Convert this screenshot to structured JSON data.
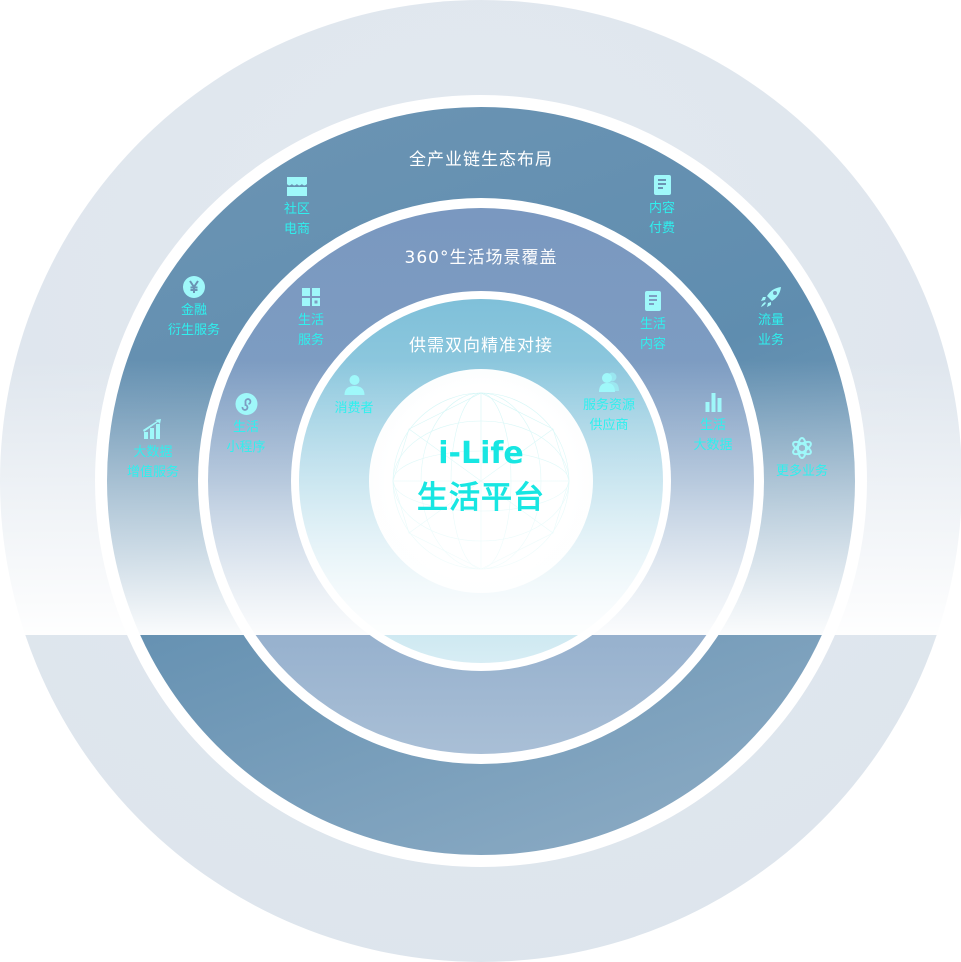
{
  "rings": {
    "outer": {
      "title": "全产业链生态布局",
      "items": [
        {
          "icon": "chart-growth-icon",
          "lines": [
            "大数据",
            "增值服务"
          ]
        },
        {
          "icon": "yen-coin-icon",
          "lines": [
            "金融",
            "衍生服务"
          ]
        },
        {
          "icon": "storefront-icon",
          "lines": [
            "社区",
            "电商"
          ]
        },
        {
          "icon": "document-icon",
          "lines": [
            "内容",
            "付费"
          ]
        },
        {
          "icon": "rocket-icon",
          "lines": [
            "流量",
            "业务"
          ]
        },
        {
          "icon": "atom-icon",
          "lines": [
            "更多业务"
          ]
        }
      ]
    },
    "middle": {
      "title": "360°生活场景覆盖",
      "items": [
        {
          "icon": "mini-program-icon",
          "lines": [
            "生活",
            "小程序"
          ]
        },
        {
          "icon": "grid-apps-icon",
          "lines": [
            "生活",
            "服务"
          ]
        },
        {
          "icon": "document-icon",
          "lines": [
            "生活",
            "内容"
          ]
        },
        {
          "icon": "bar-chart-icon",
          "lines": [
            "生活",
            "大数据"
          ]
        }
      ]
    },
    "inner": {
      "title": "供需双向精准对接",
      "items": [
        {
          "icon": "user-icon",
          "lines": [
            "消费者"
          ]
        },
        {
          "icon": "users-icon",
          "lines": [
            "服务资源",
            "供应商"
          ]
        }
      ]
    }
  },
  "center": {
    "line1": "i-Life",
    "line2": "生活平台"
  },
  "colors": {
    "accent": "#2ff0ee",
    "outer_band": "#6690b0",
    "middle_band": "#7d9dc2",
    "inner_band": "#8fc6dc"
  }
}
